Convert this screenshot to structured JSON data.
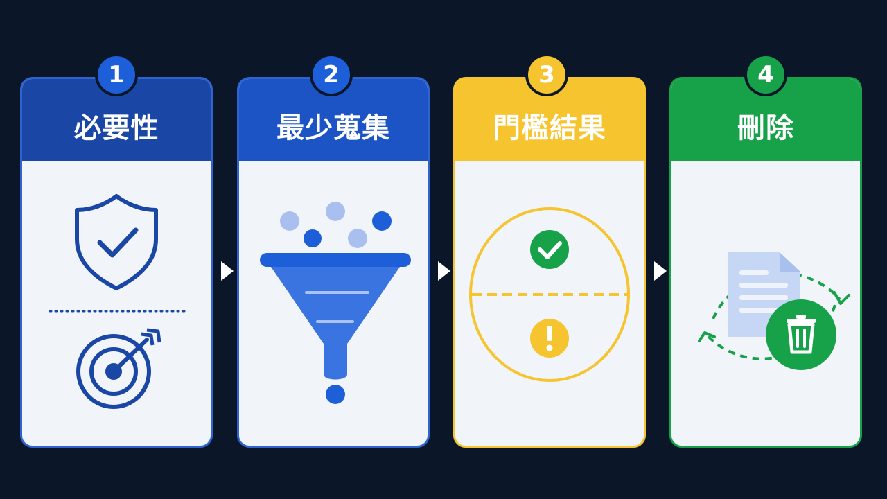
{
  "steps": [
    {
      "number": "1",
      "title": "必要性",
      "color": "#1a47a6",
      "badge_color": "#1c5fd8"
    },
    {
      "number": "2",
      "title": "最少蒐集",
      "color": "#1c54c6",
      "badge_color": "#1c5fd8"
    },
    {
      "number": "3",
      "title": "門檻結果",
      "color": "#f6c42e",
      "badge_color": "#f6c42e"
    },
    {
      "number": "4",
      "title": "刪除",
      "color": "#17a24a",
      "badge_color": "#17a24a"
    }
  ],
  "icons": [
    "shield-check-icon",
    "target-arrow-icon",
    "funnel-icon",
    "check-icon",
    "exclamation-icon",
    "document-icon",
    "trash-icon",
    "cycle-arrows-icon"
  ]
}
